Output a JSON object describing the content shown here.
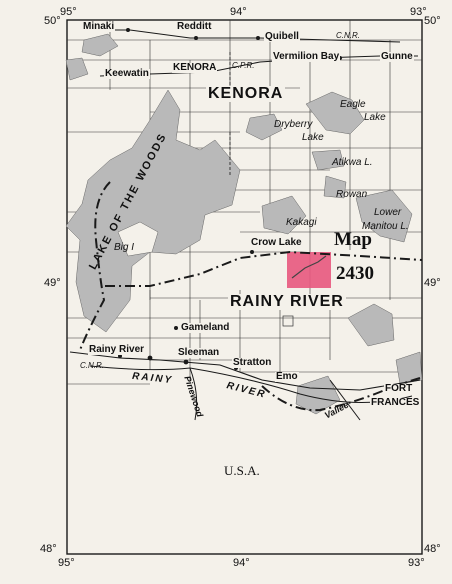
{
  "longitude_labels": {
    "w95": "95°",
    "w94": "94°",
    "w93": "93°"
  },
  "latitude_labels": {
    "n50": "50°",
    "n49": "49°",
    "n48": "48°"
  },
  "districts": {
    "kenora": "KENORA",
    "rainy_river": "RAINY RIVER"
  },
  "towns": {
    "minaki": "Minaki",
    "redditt": "Redditt",
    "quibell": "Quibell",
    "keewatin": "Keewatin",
    "kenora": "KENORA",
    "vermilion_bay": "Vermilion Bay",
    "gunne": "Gunne",
    "dryberry": "Dryberry",
    "crow_lake": "Crow Lake",
    "gameland": "Gameland",
    "rainy_river": "Rainy River",
    "sleeman": "Sleeman",
    "stratton": "Stratton",
    "emo": "Emo",
    "fort": "FORT",
    "frances": "FRANCES"
  },
  "lakes": {
    "eagle": "Eagle",
    "eagle_lake": "Lake",
    "dryberry_lake": "Lake",
    "atikwa": "Atikwa L.",
    "rowan": "Rowan",
    "kakagi": "Kakagi",
    "lower": "Lower",
    "manitou": "Manitou L.",
    "big_i": "Big I",
    "lake_of_the_woods": "LAKE OF THE WOODS"
  },
  "rivers": {
    "rainy_1": "RAINY",
    "rainy_2": "RIVER",
    "pinewood": "Pinewood",
    "vallee": "Vallee"
  },
  "railways": {
    "cnr_north": "C.N.R.",
    "cpr": "C.P.R.",
    "cnr_south": "C.N.R."
  },
  "map_area": {
    "label_1": "Map",
    "label_2": "2430",
    "highlight_color": "#e8587e"
  },
  "country": "U.S.A.",
  "colors": {
    "water": "#b9b9b9",
    "ink": "#1a1a1a",
    "paper": "#f4f1ea"
  }
}
